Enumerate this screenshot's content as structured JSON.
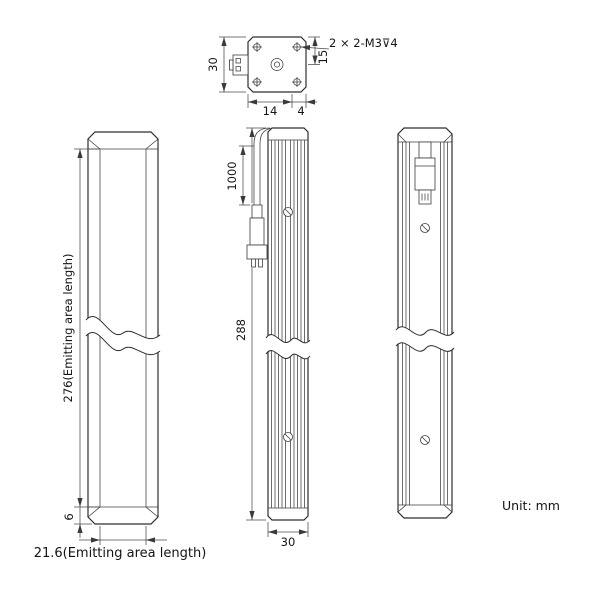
{
  "drawing": {
    "unit_note": "Unit: mm",
    "top_view": {
      "height": "30",
      "hole_offset_left": "14",
      "hole_offset_right": "4",
      "hole_offset_top": "15",
      "thread_callout": "2 × 2-M3⊽4"
    },
    "front_view": {
      "emitting_length": "276(Emitting area length)",
      "end_cap": "6",
      "emitting_width": "21.6(Emitting area length)"
    },
    "side_view": {
      "cable_length": "1000",
      "body_length": "288",
      "body_width": "30"
    }
  }
}
